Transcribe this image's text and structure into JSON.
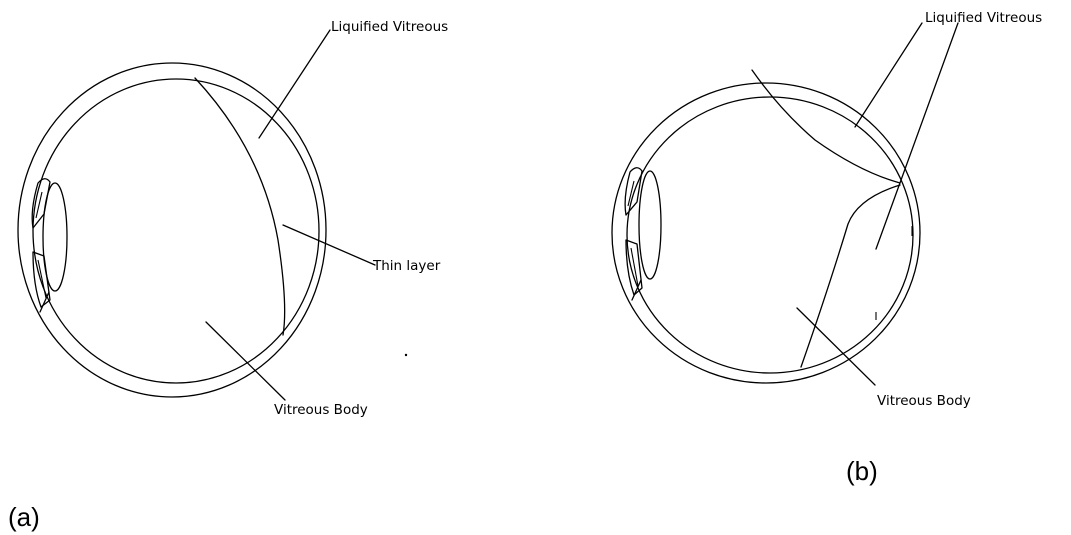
{
  "panel_a": {
    "labels": {
      "liquified_vitreous": "Liquified Vitreous",
      "thin_layer": "Thin layer",
      "vitreous_body": "Vitreous Body"
    },
    "panel_label": "(a)"
  },
  "panel_b": {
    "labels": {
      "liquified_vitreous": "Liquified Vitreous",
      "vitreous_body": "Vitreous Body"
    },
    "panel_label": "(b)"
  }
}
